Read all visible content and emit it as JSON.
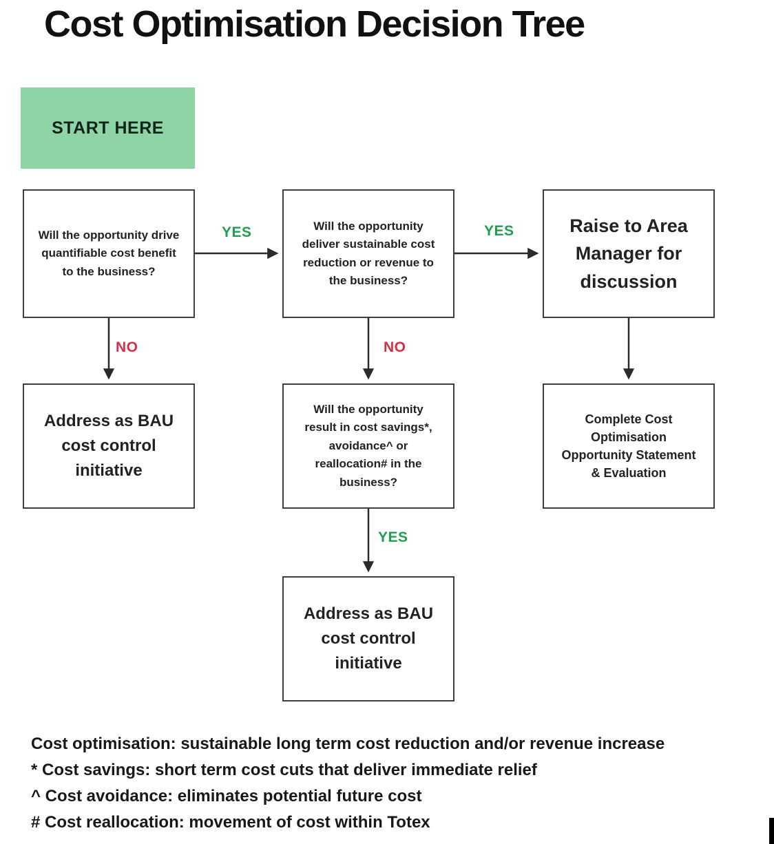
{
  "title": "Cost Optimisation Decision Tree",
  "colors": {
    "start_box_fill": "#8fd4a6",
    "yes_label": "#1e9e50",
    "no_label": "#d62f45",
    "box_border": "#3f3f3f",
    "arrow": "#2a2a2a"
  },
  "start": {
    "label": "START HERE"
  },
  "nodes": {
    "q1": {
      "text": "Will the opportunity drive quantifiable cost benefit to the business?"
    },
    "q2": {
      "text": "Will the opportunity deliver sustainable cost reduction or revenue to the business?"
    },
    "raise_manager": {
      "text": "Raise to Area Manager for discussion"
    },
    "bau_left": {
      "text": "Address as BAU cost control initiative"
    },
    "q3": {
      "text": "Will the opportunity result in cost savings*, avoidance^ or reallocation# in the business?"
    },
    "complete_statement": {
      "text": "Complete Cost Optimisation Opportunity Statement & Evaluation"
    },
    "bau_bottom": {
      "text": "Address as BAU cost control initiative"
    }
  },
  "edge_labels": {
    "q1_yes": "YES",
    "q1_no": "NO",
    "q2_yes": "YES",
    "q2_no": "NO",
    "q3_yes": "YES"
  },
  "notes": [
    "Cost optimisation: sustainable long term cost reduction and/or revenue increase",
    "* Cost savings: short term cost cuts that deliver immediate relief",
    "^ Cost avoidance: eliminates potential future cost",
    "# Cost reallocation: movement of cost within Totex"
  ]
}
